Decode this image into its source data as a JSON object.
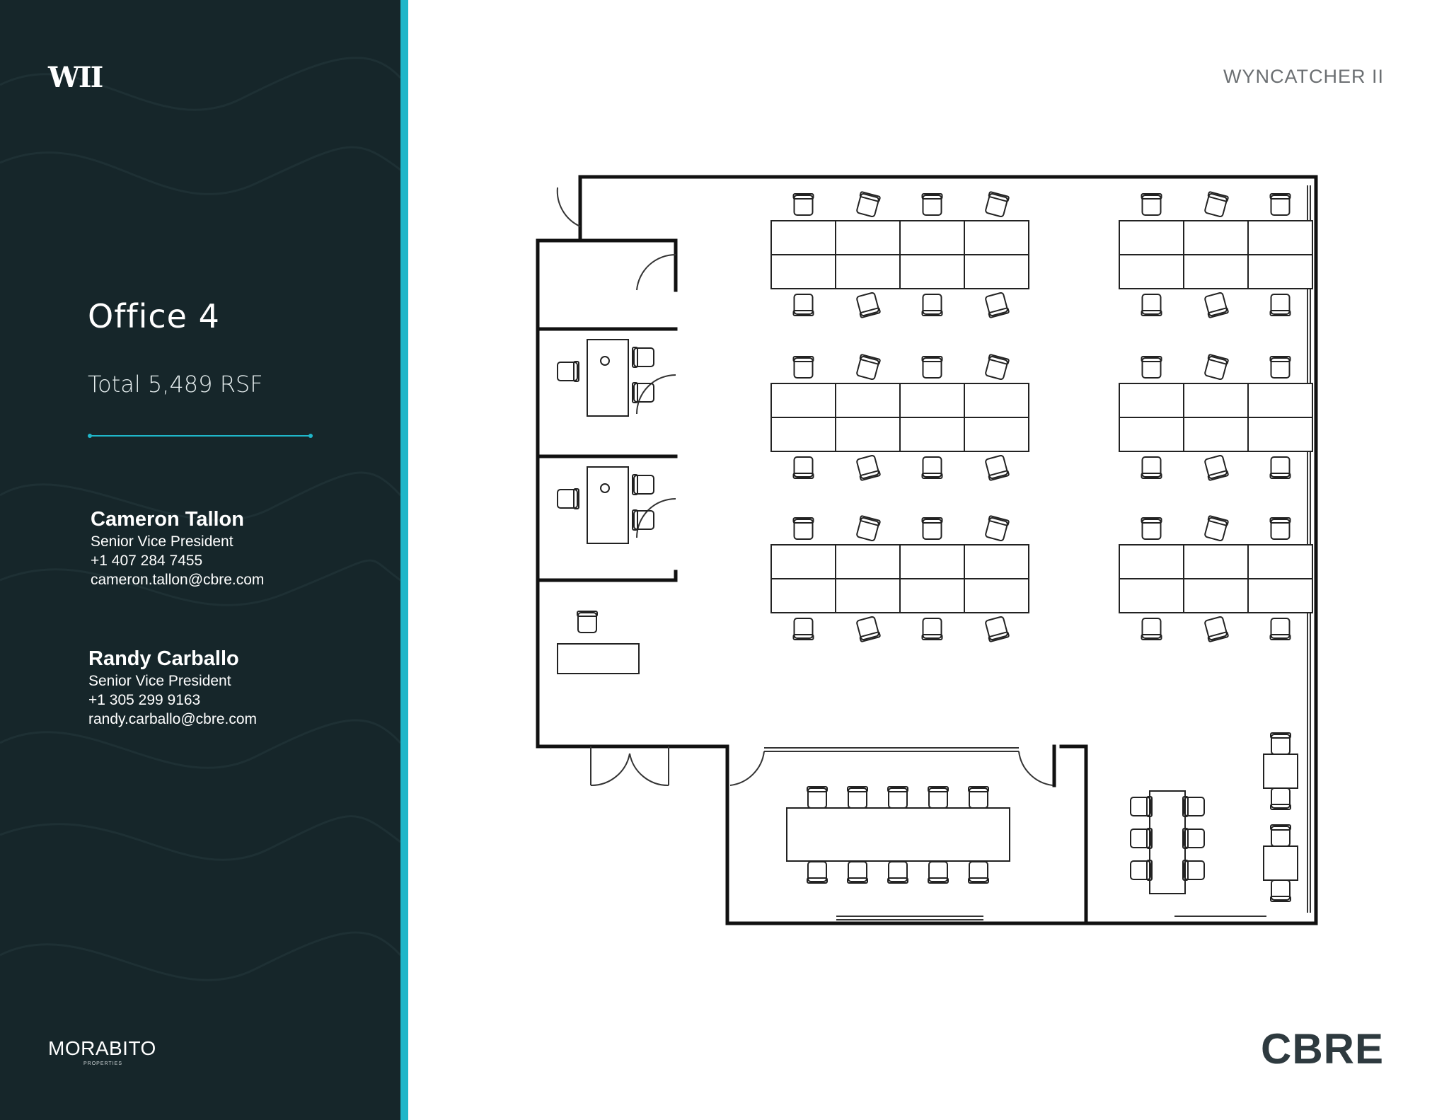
{
  "sidebar": {
    "logo_text": "WII",
    "title": "Office 4",
    "size": "Total 5,489 RSF",
    "contacts": [
      {
        "name": "Cameron Tallon",
        "role": "Senior Vice President",
        "phone": "+1 407 284 7455",
        "email": "cameron.tallon@cbre.com"
      },
      {
        "name": "Randy Carballo",
        "role": "Senior Vice President",
        "phone": "+1 305 299 9163",
        "email": "randy.carballo@cbre.com"
      }
    ],
    "developer_logo": "MORABITO",
    "developer_logo_sub": "PROPERTIES"
  },
  "header": {
    "building_name": "WYNCATCHER II"
  },
  "footer": {
    "broker_logo": "CBRE"
  },
  "colors": {
    "sidebar_bg": "#16262a",
    "accent": "#1fb6c9",
    "wall": "#111111"
  }
}
